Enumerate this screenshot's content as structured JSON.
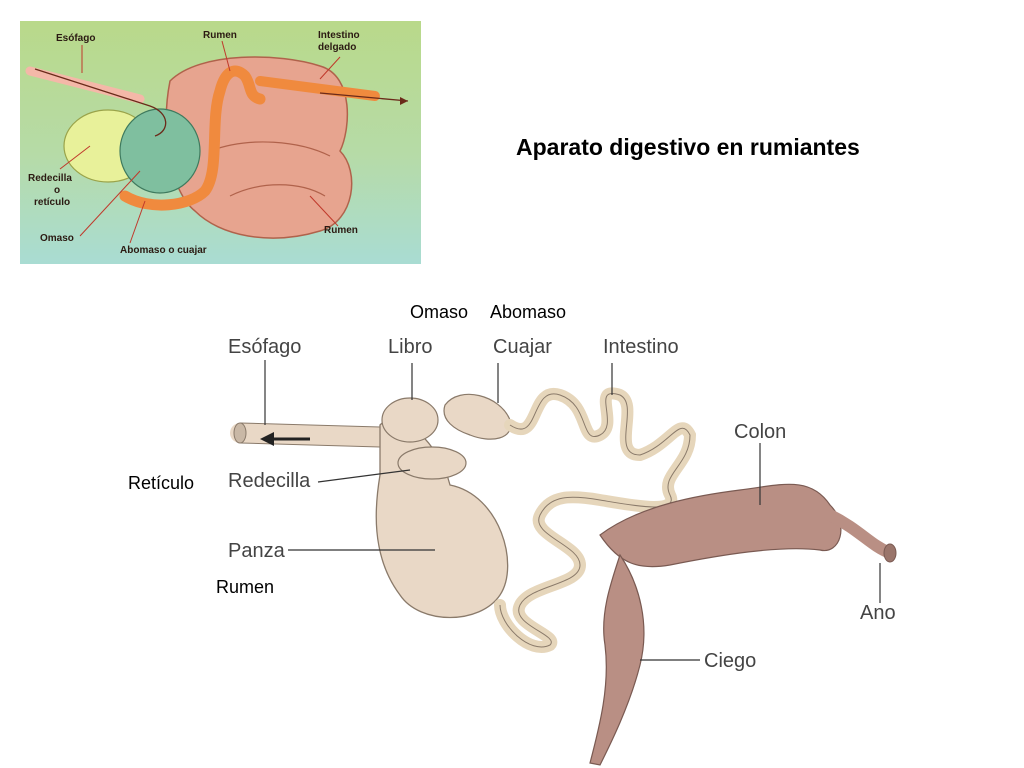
{
  "title": "Aparato digestivo en rumiantes",
  "top_diagram": {
    "labels": {
      "esofago": "Esófago",
      "rumen_top": "Rumen",
      "intestino": "Intestino",
      "delgado": "delgado",
      "redecilla": "Redecilla",
      "o": "o",
      "reticulo": "retículo",
      "omaso": "Omaso",
      "abomaso": "Abomaso o cuajar",
      "rumen_bottom": "Rumen"
    },
    "colors": {
      "background_top": "#b9d98a",
      "background_bottom": "#a9dcd3",
      "rumen": "#e7a48f",
      "reticulum": "#e8f19a",
      "omasum": "#7fbf9f",
      "abomasum": "#f08a3e"
    }
  },
  "slide_labels": {
    "omaso": "Omaso",
    "abomaso": "Abomaso",
    "reticulo": "Retículo",
    "rumen": "Rumen"
  },
  "bottom_diagram": {
    "labels": {
      "esofago": "Esófago",
      "libro": "Libro",
      "cuajar": "Cuajar",
      "intestino": "Intestino",
      "colon": "Colon",
      "redecilla": "Redecilla",
      "panza": "Panza",
      "ano": "Ano",
      "ciego": "Ciego"
    },
    "colors": {
      "stomach": "#e9d8c6",
      "intestine": "#e6d6bb",
      "colon": "#b98f84"
    }
  }
}
